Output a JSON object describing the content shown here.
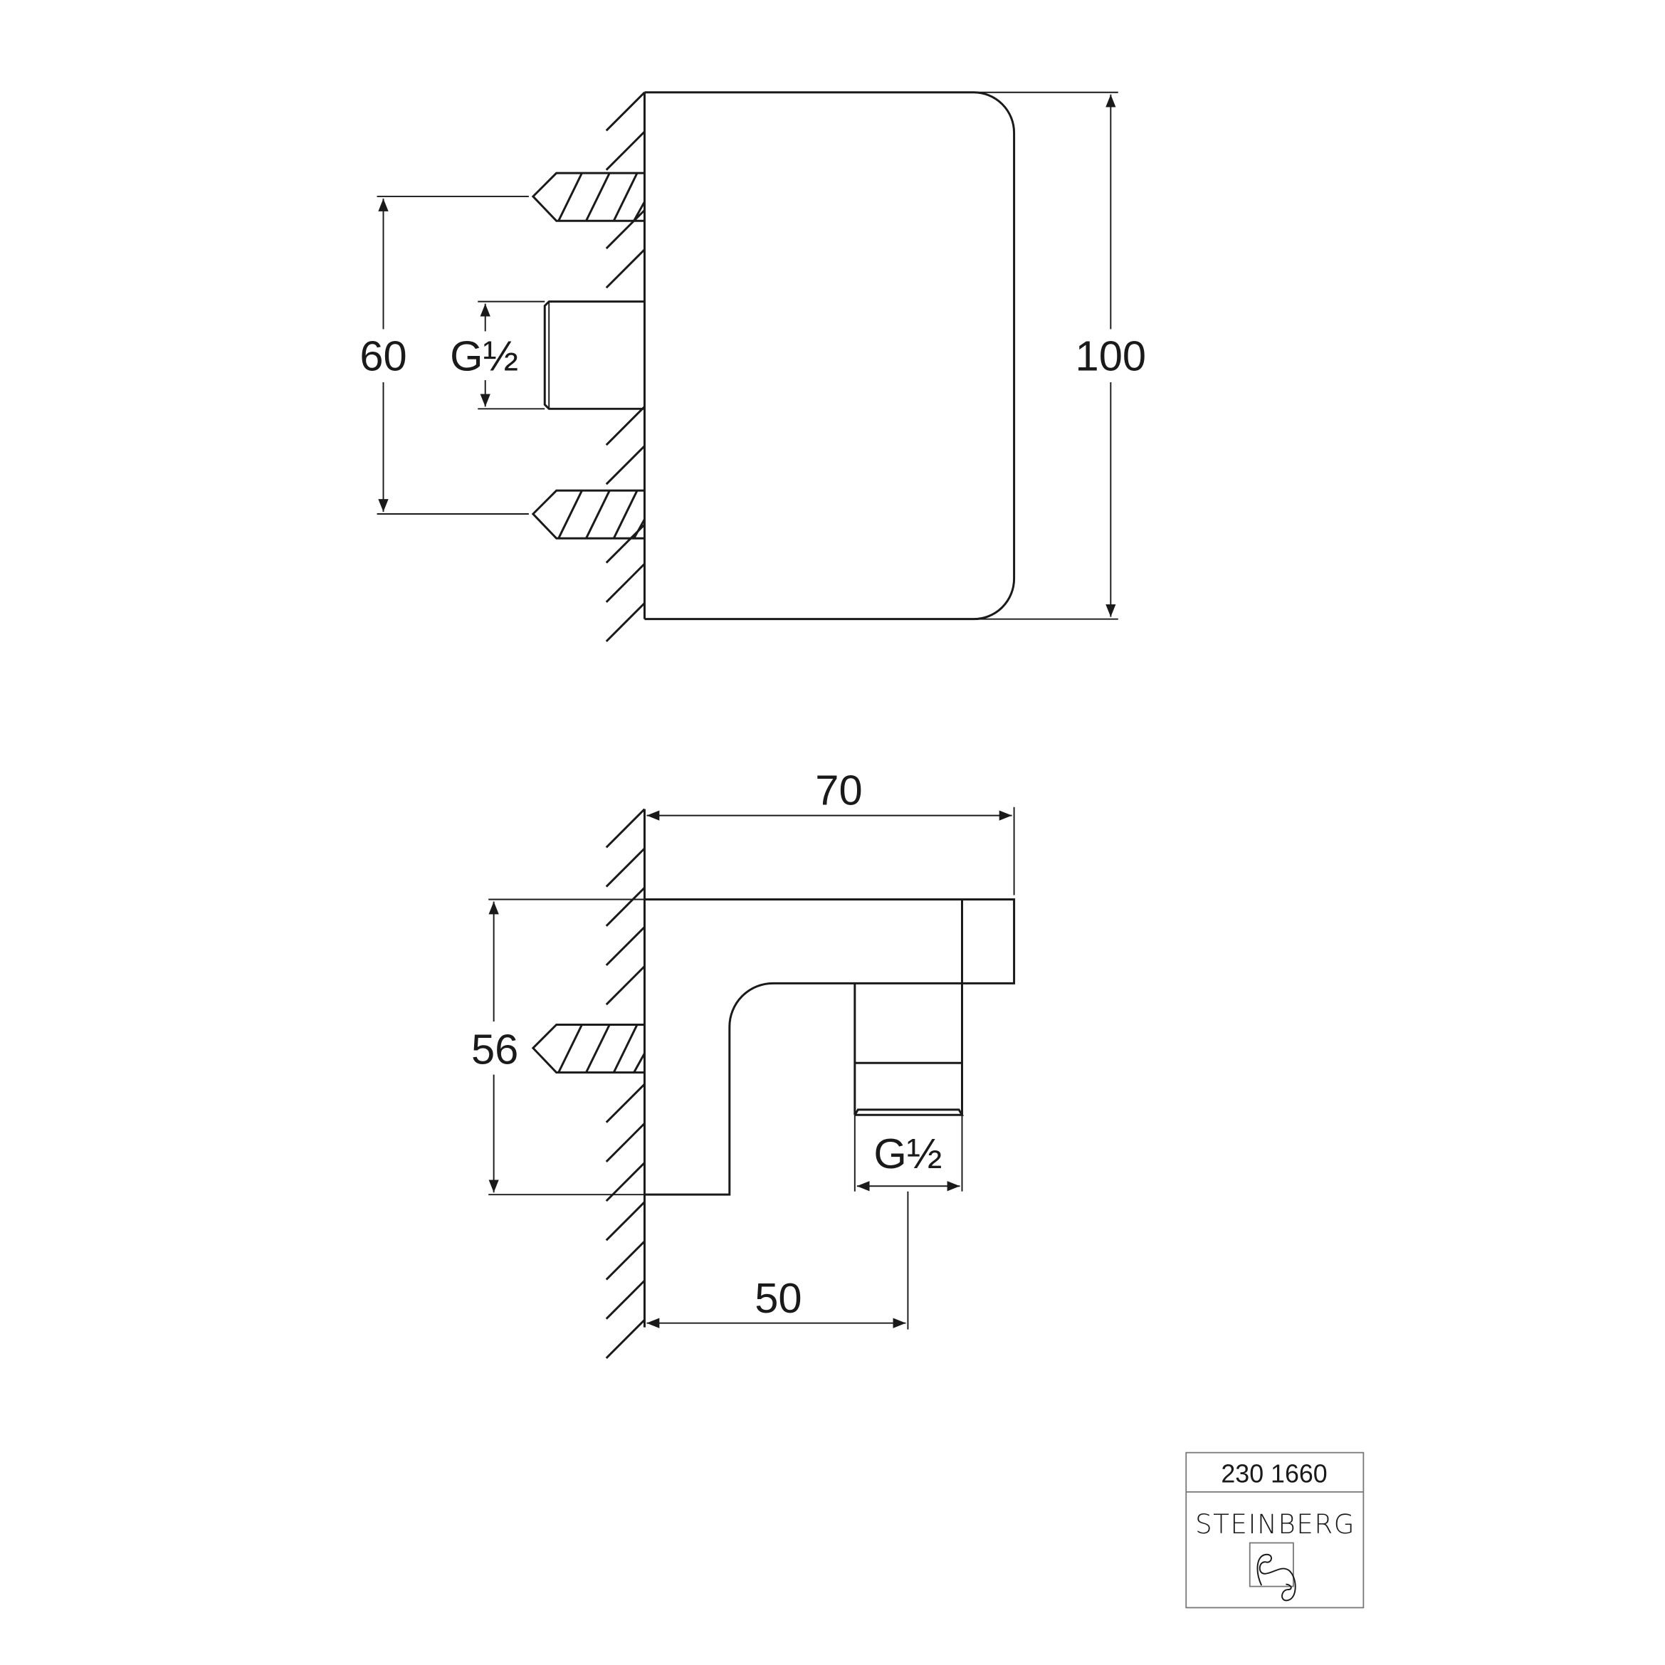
{
  "front_view": {
    "height_dim": "100",
    "screw_spacing_dim": "60",
    "thread_label": "G½"
  },
  "side_view": {
    "depth_dim": "70",
    "height_dim": "56",
    "outlet_offset_dim": "50",
    "thread_label": "G½"
  },
  "title_block": {
    "article_number": "230 1660",
    "brand": "STEINBERG"
  }
}
